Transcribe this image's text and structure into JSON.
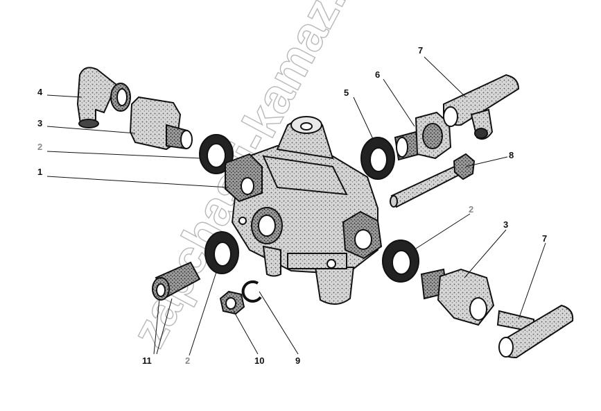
{
  "watermark": "zapchasti-kamaz.ru",
  "callouts": [
    {
      "id": "c-4",
      "text": "4"
    },
    {
      "id": "c-3a",
      "text": "3"
    },
    {
      "id": "c-2a",
      "text": "2"
    },
    {
      "id": "c-1",
      "text": "1"
    },
    {
      "id": "c-5",
      "text": "5"
    },
    {
      "id": "c-6",
      "text": "6"
    },
    {
      "id": "c-7a",
      "text": "7"
    },
    {
      "id": "c-8",
      "text": "8"
    },
    {
      "id": "c-2b",
      "text": "2"
    },
    {
      "id": "c-3b",
      "text": "3"
    },
    {
      "id": "c-7b",
      "text": "7"
    },
    {
      "id": "c-11",
      "text": "11"
    },
    {
      "id": "c-2c",
      "text": "2"
    },
    {
      "id": "c-10",
      "text": "10"
    },
    {
      "id": "c-9",
      "text": "9"
    }
  ]
}
